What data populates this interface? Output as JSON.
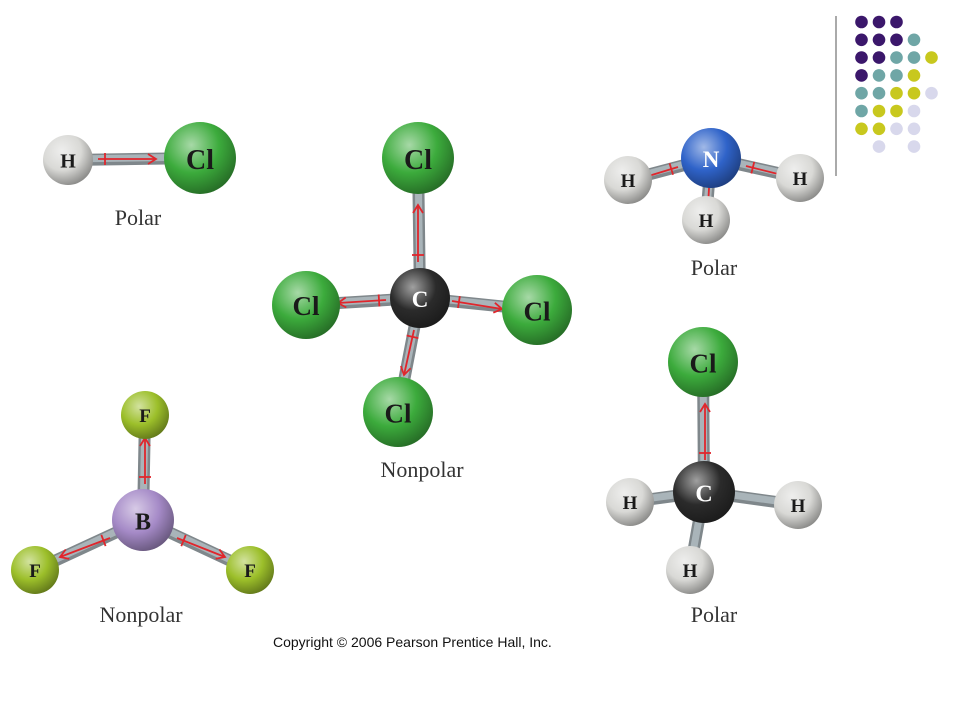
{
  "colors": {
    "H": "#d9d9d6",
    "Cl": "#3cab3c",
    "N": "#2f63c9",
    "C": "#2b2b2b",
    "B": "#a58ac7",
    "F": "#9cbf2a",
    "bond": "#a9b4b9",
    "dipole": "#e0262c",
    "deco_purple": "#3b176b",
    "deco_teal": "#6fa6a6",
    "deco_yellow": "#c8c81e",
    "deco_lavender": "#d8d8ec"
  },
  "molecules": [
    {
      "id": "hcl",
      "label": "Polar",
      "atoms": [
        {
          "symbol": "H"
        },
        {
          "symbol": "Cl"
        }
      ]
    },
    {
      "id": "ccl4",
      "label": "Nonpolar",
      "atoms": [
        {
          "symbol": "C"
        },
        {
          "symbol": "Cl"
        },
        {
          "symbol": "Cl"
        },
        {
          "symbol": "Cl"
        },
        {
          "symbol": "Cl"
        }
      ]
    },
    {
      "id": "nh3",
      "label": "Polar",
      "atoms": [
        {
          "symbol": "N"
        },
        {
          "symbol": "H"
        },
        {
          "symbol": "H"
        },
        {
          "symbol": "H"
        }
      ]
    },
    {
      "id": "bf3",
      "label": "Nonpolar",
      "atoms": [
        {
          "symbol": "B"
        },
        {
          "symbol": "F"
        },
        {
          "symbol": "F"
        },
        {
          "symbol": "F"
        }
      ]
    },
    {
      "id": "ch3cl",
      "label": "Polar",
      "atoms": [
        {
          "symbol": "C"
        },
        {
          "symbol": "Cl"
        },
        {
          "symbol": "H"
        },
        {
          "symbol": "H"
        },
        {
          "symbol": "H"
        }
      ]
    }
  ],
  "copyright": "Copyright © 2006 Pearson Prentice Hall, Inc."
}
